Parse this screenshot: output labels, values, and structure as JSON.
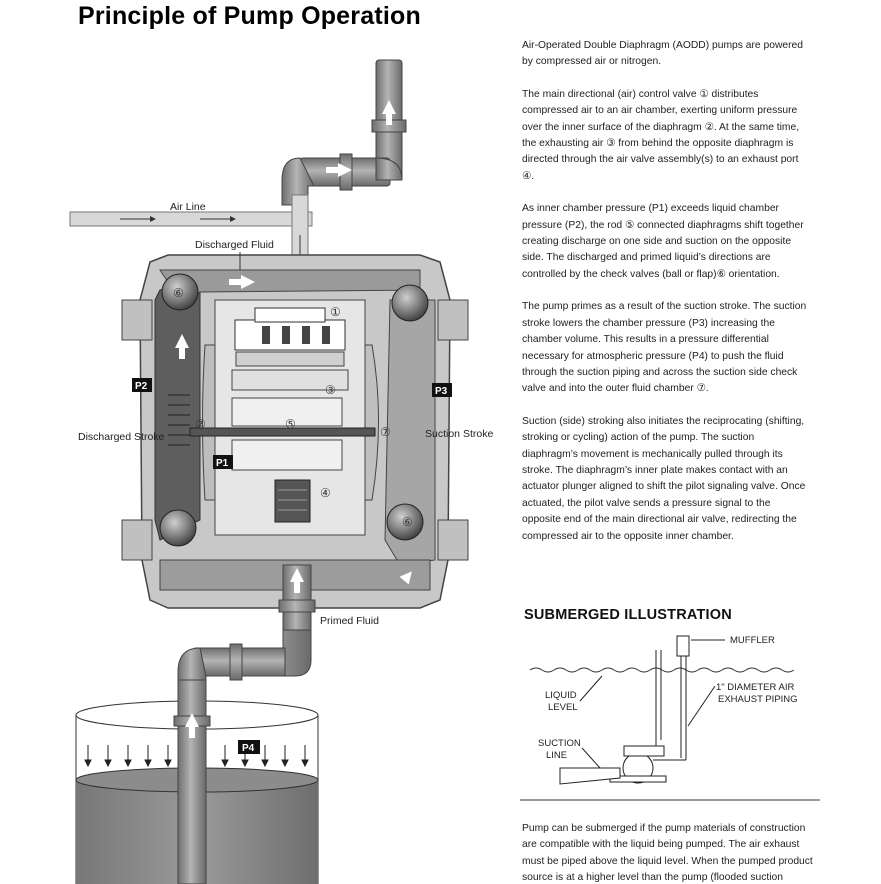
{
  "page_title": "Principle of Pump Operation",
  "diagram_labels": {
    "air_line": "Air Line",
    "discharged_fluid": "Discharged Fluid",
    "discharged_stroke": "Discharged Stroke",
    "suction_stroke": "Suction Stroke",
    "primed_fluid": "Primed Fluid",
    "p1": "P1",
    "p2": "P2",
    "p3": "P3",
    "p4": "P4",
    "n1": "①",
    "n2": "②",
    "n3": "③",
    "n4": "④",
    "n5": "⑤",
    "n6a": "⑥",
    "n6b": "⑥",
    "n7": "⑦"
  },
  "paragraphs": [
    "Air-Operated Double Diaphragm (AODD) pumps are powered by compressed air or nitrogen.",
    "The main directional (air) control valve ① distributes compressed air to an air chamber, exerting uniform pressure over the inner surface of the diaphragm ②. At the same time, the exhausting air ③ from behind the opposite diaphragm is directed through the air valve assembly(s) to an exhaust port ④.",
    "As inner chamber pressure (P1) exceeds liquid chamber pressure (P2), the rod ⑤ connected diaphragms shift together creating discharge on one side and suction on the opposite side. The discharged and primed liquid’s directions are controlled by the check valves (ball or flap)⑥ orientation.",
    "The pump primes as a result of the suction stroke. The suction stroke lowers the chamber pressure (P3) increasing the chamber volume. This results in a pressure differential necessary for atmospheric pressure (P4) to push the fluid through the suction piping and across the suction side check valve and into the outer fluid chamber ⑦.",
    "Suction (side) stroking also initiates the reciprocating (shifting, stroking or cycling) action of the pump. The suction diaphragm’s movement is mechanically pulled through its stroke. The diaphragm’s inner plate makes contact with an actuator plunger aligned to shift the pilot signaling valve. Once actuated, the pilot valve sends a pressure signal to the opposite end of the main directional air valve, redirecting the compressed air to the opposite inner chamber."
  ],
  "submerged": {
    "title": "SUBMERGED ILLUSTRATION",
    "muffler": "MUFFLER",
    "liquid_level_1": "LIQUID",
    "liquid_level_2": "LEVEL",
    "exhaust_1": "1\" DIAMETER AIR",
    "exhaust_2": "EXHAUST PIPING",
    "suction_1": "SUCTION",
    "suction_2": "LINE"
  },
  "bottom_paragraph": "Pump can be submerged if the pump materials of construction are compatible with the liquid being pumped. The air exhaust must be piped above the liquid level. When the pumped product source is at a higher level than the pump (flooded suction condition), pipe the exhaust higher than the product source to prevent siphoning spills."
}
